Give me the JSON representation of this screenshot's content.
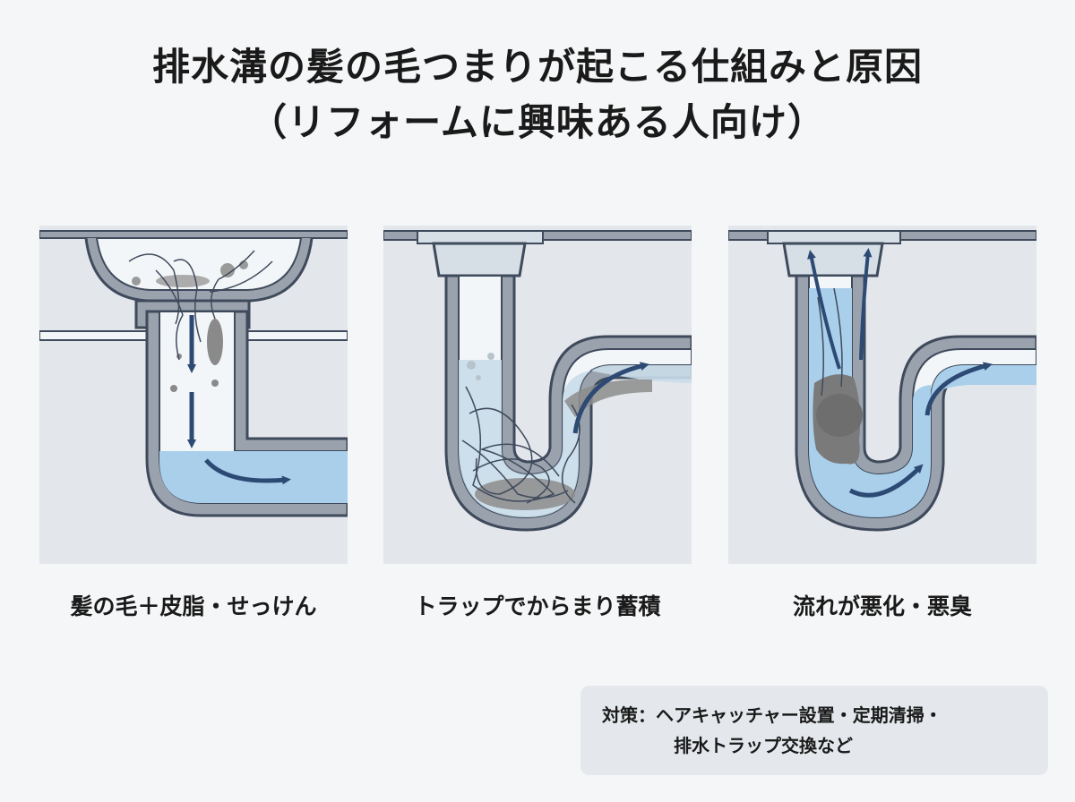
{
  "title": {
    "line1": "排水溝の髪の毛つまりが起こる仕組みと原因",
    "line2": "（リフォームに興味ある人向け）"
  },
  "panels": [
    {
      "caption": "髪の毛＋皮脂・せっけん",
      "illustration": "hair-and-grime-entering-drain"
    },
    {
      "caption": "トラップでからまり蓄積",
      "illustration": "hair-tangled-in-p-trap"
    },
    {
      "caption": "流れが悪化・悪臭",
      "illustration": "clogged-trap-poor-flow"
    }
  ],
  "note": {
    "line1": "対策：ヘアキャッチャー設置・定期清掃・",
    "line2": "排水トラップ交換など"
  },
  "colors": {
    "pipe_outline": "#3f4a5c",
    "pipe_wall": "#9aa3ad",
    "pipe_inner": "#f3f6f8",
    "water": "#a9cfea",
    "arrow": "#2c4a73",
    "grime": "#808080",
    "panel_bg": "#e3e7eb"
  }
}
